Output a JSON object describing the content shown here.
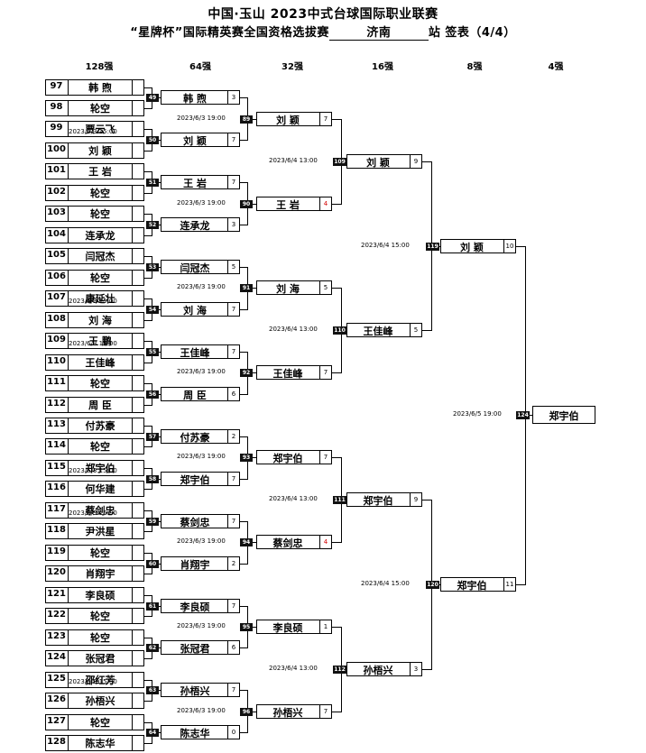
{
  "title_line1": "中国·玉山 2023中式台球国际职业联赛",
  "title_line2_pre": "“星牌杯”国际精英赛全国资格选拔赛",
  "title_city": "济南",
  "title_line2_post": "站  签表（4/4）",
  "rounds": [
    "128强",
    "64强",
    "32强",
    "16强",
    "8强",
    "4强"
  ],
  "r128": [
    {
      "seed": "97",
      "name": "韩  煦"
    },
    {
      "seed": "98",
      "name": "轮空"
    },
    {
      "seed": "99",
      "name": "贾云飞"
    },
    {
      "seed": "100",
      "name": "刘  颖"
    },
    {
      "seed": "101",
      "name": "王  岩"
    },
    {
      "seed": "102",
      "name": "轮空"
    },
    {
      "seed": "103",
      "name": "轮空"
    },
    {
      "seed": "104",
      "name": "连承龙"
    },
    {
      "seed": "105",
      "name": "闫冠杰"
    },
    {
      "seed": "106",
      "name": "轮空"
    },
    {
      "seed": "107",
      "name": "康延壮"
    },
    {
      "seed": "108",
      "name": "刘  海"
    },
    {
      "seed": "109",
      "name": "王  鹏"
    },
    {
      "seed": "110",
      "name": "王佳峰"
    },
    {
      "seed": "111",
      "name": "轮空"
    },
    {
      "seed": "112",
      "name": "周  臣"
    },
    {
      "seed": "113",
      "name": "付苏豪"
    },
    {
      "seed": "114",
      "name": "轮空"
    },
    {
      "seed": "115",
      "name": "郑宇伯"
    },
    {
      "seed": "116",
      "name": "何华建"
    },
    {
      "seed": "117",
      "name": "蔡剑忠"
    },
    {
      "seed": "118",
      "name": "尹洪星"
    },
    {
      "seed": "119",
      "name": "轮空"
    },
    {
      "seed": "120",
      "name": "肖翔宇"
    },
    {
      "seed": "121",
      "name": "李良硕"
    },
    {
      "seed": "122",
      "name": "轮空"
    },
    {
      "seed": "123",
      "name": "轮空"
    },
    {
      "seed": "124",
      "name": "张冠君"
    },
    {
      "seed": "125",
      "name": "邵红芳"
    },
    {
      "seed": "126",
      "name": "孙梧兴"
    },
    {
      "seed": "127",
      "name": "轮空"
    },
    {
      "seed": "128",
      "name": "陈志华"
    }
  ],
  "r128_matches": [
    {
      "num": "49",
      "date": ""
    },
    {
      "num": "50",
      "date": "2023/6/3 15:00"
    },
    {
      "num": "51",
      "date": ""
    },
    {
      "num": "52",
      "date": ""
    },
    {
      "num": "53",
      "date": ""
    },
    {
      "num": "54",
      "date": "2023/6/3 15:00"
    },
    {
      "num": "55",
      "date": "2023/6/3 15:00"
    },
    {
      "num": "56",
      "date": ""
    },
    {
      "num": "57",
      "date": ""
    },
    {
      "num": "58",
      "date": "2023/6/3 15:00"
    },
    {
      "num": "59",
      "date": "2023/6/3 15:00"
    },
    {
      "num": "60",
      "date": ""
    },
    {
      "num": "61",
      "date": ""
    },
    {
      "num": "62",
      "date": ""
    },
    {
      "num": "63",
      "date": "2023/6/3 15:00"
    },
    {
      "num": "64",
      "date": ""
    }
  ],
  "r64": [
    {
      "name": "韩  煦",
      "score": "3"
    },
    {
      "name": "刘  颖",
      "score": "7"
    },
    {
      "name": "王  岩",
      "score": "7"
    },
    {
      "name": "连承龙",
      "score": "3"
    },
    {
      "name": "闫冠杰",
      "score": "5"
    },
    {
      "name": "刘  海",
      "score": "7"
    },
    {
      "name": "王佳峰",
      "score": "7"
    },
    {
      "name": "周  臣",
      "score": "6"
    },
    {
      "name": "付苏豪",
      "score": "2"
    },
    {
      "name": "郑宇伯",
      "score": "7"
    },
    {
      "name": "蔡剑忠",
      "score": "7"
    },
    {
      "name": "肖翔宇",
      "score": "2"
    },
    {
      "name": "李良硕",
      "score": "7"
    },
    {
      "name": "张冠君",
      "score": "6"
    },
    {
      "name": "孙梧兴",
      "score": "7"
    },
    {
      "name": "陈志华",
      "score": "0"
    }
  ],
  "r64_matches": [
    {
      "num": "89",
      "date": "2023/6/3 19:00"
    },
    {
      "num": "90",
      "date": "2023/6/3 19:00"
    },
    {
      "num": "91",
      "date": "2023/6/3 19:00"
    },
    {
      "num": "92",
      "date": "2023/6/3 19:00"
    },
    {
      "num": "93",
      "date": "2023/6/3 19:00"
    },
    {
      "num": "94",
      "date": "2023/6/3 19:00"
    },
    {
      "num": "95",
      "date": "2023/6/3 19:00"
    },
    {
      "num": "96",
      "date": "2023/6/3 19:00"
    }
  ],
  "r32": [
    {
      "name": "刘  颖",
      "score": "7",
      "red": false
    },
    {
      "name": "王  岩",
      "score": "4",
      "red": true
    },
    {
      "name": "刘  海",
      "score": "5",
      "red": false
    },
    {
      "name": "王佳峰",
      "score": "7",
      "red": false
    },
    {
      "name": "郑宇伯",
      "score": "7",
      "red": false
    },
    {
      "name": "蔡剑忠",
      "score": "4",
      "red": true
    },
    {
      "name": "李良硕",
      "score": "1",
      "red": false
    },
    {
      "name": "孙梧兴",
      "score": "7",
      "red": false
    }
  ],
  "r32_matches": [
    {
      "num": "109",
      "date": "2023/6/4 13:00"
    },
    {
      "num": "110",
      "date": "2023/6/4 13:00"
    },
    {
      "num": "111",
      "date": "2023/6/4 13:00"
    },
    {
      "num": "112",
      "date": "2023/6/4 13:00"
    }
  ],
  "r16": [
    {
      "name": "刘  颖",
      "score": "9"
    },
    {
      "name": "王佳峰",
      "score": "5"
    },
    {
      "name": "郑宇伯",
      "score": "9"
    },
    {
      "name": "孙梧兴",
      "score": "3"
    }
  ],
  "r16_matches": [
    {
      "num": "119",
      "date": "2023/6/4 15:00"
    },
    {
      "num": "120",
      "date": "2023/6/4 15:00"
    }
  ],
  "r8": [
    {
      "name": "刘  颖",
      "score": "10"
    },
    {
      "name": "郑宇伯",
      "score": "11"
    }
  ],
  "r8_match": {
    "num": "124",
    "date": "2023/6/5 19:00"
  },
  "r4": {
    "name": "郑宇伯"
  }
}
